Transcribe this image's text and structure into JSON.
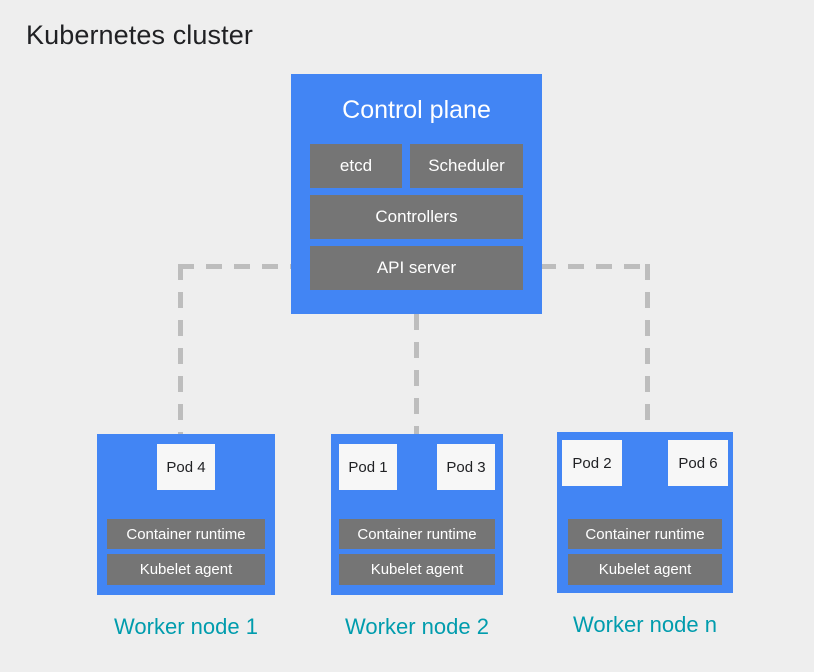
{
  "diagram": {
    "title": "Kubernetes cluster",
    "background_color": "#EEEEEE",
    "accent_blue": "#4285F4",
    "component_gray": "#757575",
    "label_teal": "#009CAD",
    "connector_gray": "#BDBDBD"
  },
  "control_plane": {
    "title": "Control plane",
    "components": [
      {
        "label": "etcd"
      },
      {
        "label": "Scheduler"
      },
      {
        "label": "Controllers"
      },
      {
        "label": "API server"
      }
    ]
  },
  "workers": [
    {
      "label": "Worker node 1",
      "pods": [
        {
          "label": "Pod 4"
        }
      ],
      "runtime": "Container runtime",
      "kubelet": "Kubelet agent"
    },
    {
      "label": "Worker node 2",
      "pods": [
        {
          "label": "Pod 1"
        },
        {
          "label": "Pod 3"
        }
      ],
      "runtime": "Container runtime",
      "kubelet": "Kubelet agent"
    },
    {
      "label": "Worker node n",
      "pods": [
        {
          "label": "Pod 2"
        },
        {
          "label": "Pod 6"
        }
      ],
      "runtime": "Container runtime",
      "kubelet": "Kubelet agent"
    }
  ],
  "connectors": [
    {
      "name": "api-server-to-worker-1",
      "style": "dashed"
    },
    {
      "name": "api-server-to-worker-2",
      "style": "dashed"
    },
    {
      "name": "api-server-to-worker-n",
      "style": "dashed"
    }
  ]
}
